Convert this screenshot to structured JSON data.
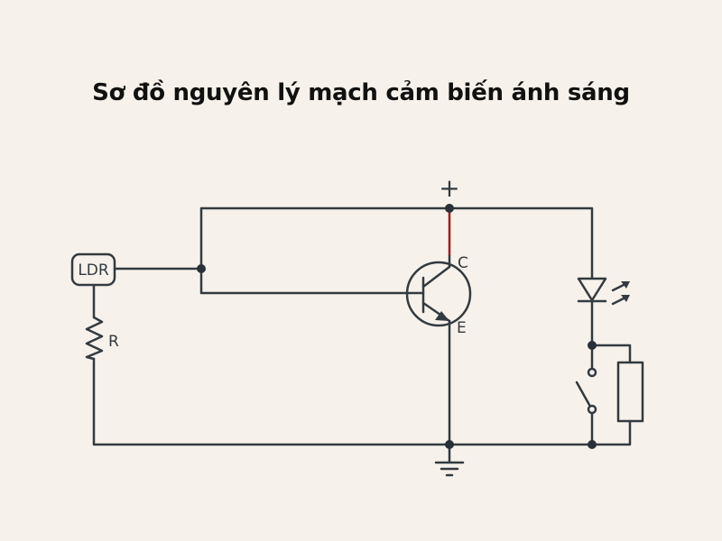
{
  "title": "Sơ đồ nguyên lý mạch cảm biến ánh sáng",
  "labels": {
    "plus": "+",
    "ldr": "LDR",
    "resistor": "R",
    "collector": "C",
    "emitter": "E"
  },
  "colors": {
    "background": "#f6f2eb",
    "wire": "#333a40",
    "collector_wire": "#a01c1c"
  }
}
